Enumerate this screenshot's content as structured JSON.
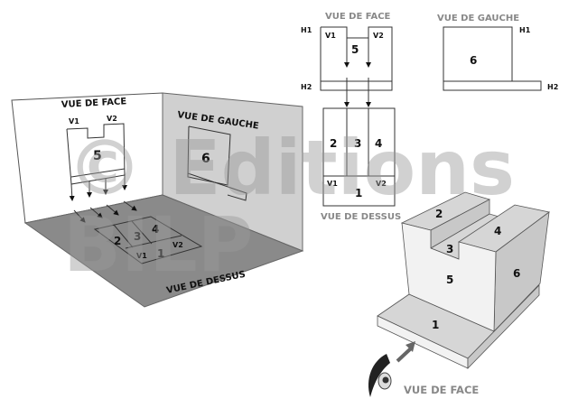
{
  "room": {
    "front_title": "VUE DE FACE",
    "left_title": "VUE DE GAUCHE",
    "top_title": "VUE DE DESSUS",
    "front_labels": {
      "v1": "V1",
      "v2": "V2",
      "face": "5"
    },
    "left_face": "6",
    "top_labels": {
      "f2": "2",
      "f3": "3",
      "f4": "4",
      "v1": "V1",
      "f1": "1",
      "v2": "V2"
    }
  },
  "ortho": {
    "front_title": "VUE DE FACE",
    "left_title": "VUE DE GAUCHE",
    "top_title": "VUE DE DESSUS",
    "h1": "H1",
    "h2": "H2",
    "front": {
      "v1": "V1",
      "v2": "V2",
      "face": "5"
    },
    "left": {
      "face": "6",
      "h1": "H1",
      "h2": "H2"
    },
    "top": {
      "f2": "2",
      "f3": "3",
      "f4": "4",
      "v1": "V1",
      "v2": "V2",
      "f1": "1"
    }
  },
  "solid": {
    "faces": {
      "f1": "1",
      "f2": "2",
      "f3": "3",
      "f4": "4",
      "f5": "5",
      "f6": "6"
    },
    "viewpoint_label": "VUE DE FACE",
    "viewpoint_icon": "eye-icon"
  },
  "watermark": {
    "line1": "© Editions",
    "line2": "BILP"
  },
  "colors": {
    "floor": "#8a8a8a",
    "right_wall": "#d0d0d0",
    "block_top": "#d6d6d6",
    "block_front": "#f2f2f2",
    "block_side": "#c8c8c8"
  }
}
